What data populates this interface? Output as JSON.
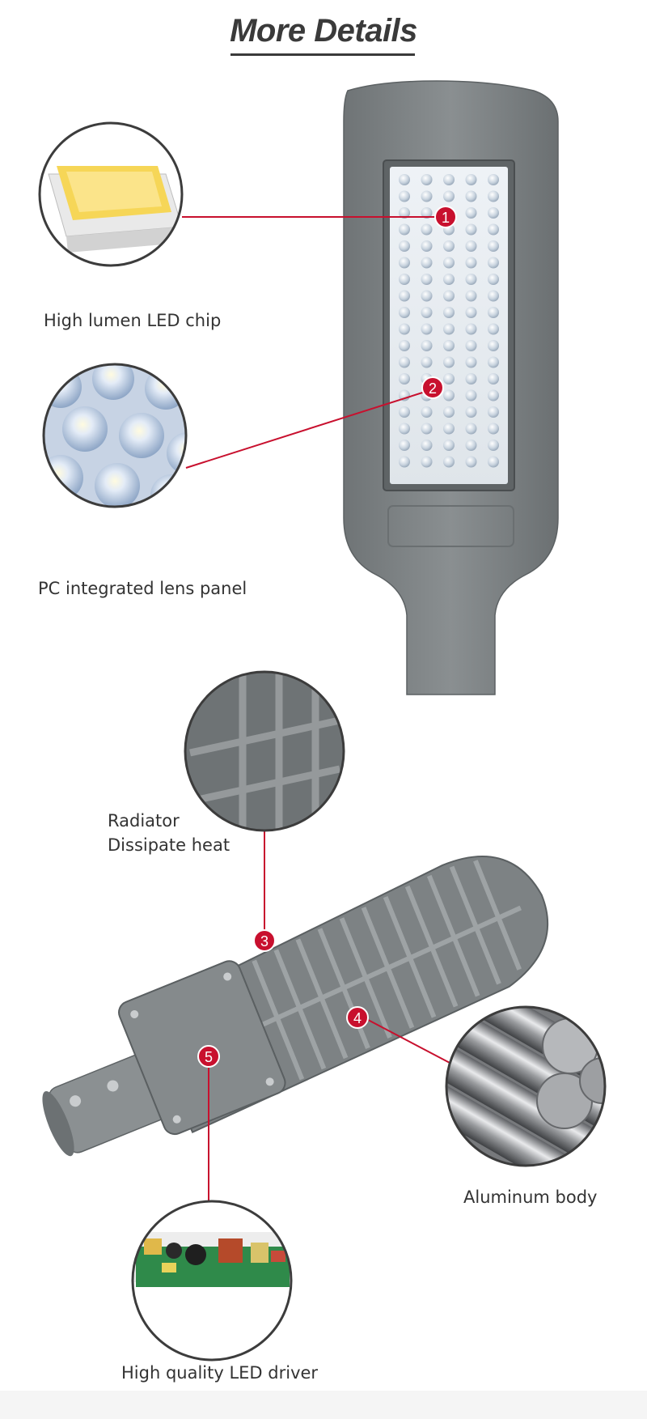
{
  "header": {
    "title": "More Details"
  },
  "features": [
    {
      "number": "1",
      "label": "High lumen LED chip"
    },
    {
      "number": "2",
      "label": "PC integrated lens panel"
    },
    {
      "number": "3",
      "label_line1": "Radiator",
      "label_line2": "Dissipate heat"
    },
    {
      "number": "4",
      "label": "Aluminum body"
    },
    {
      "number": "5",
      "label": "High quality LED driver"
    }
  ],
  "colors": {
    "callout_red": "#c8102e",
    "housing_grey": "#7f8486",
    "title_text": "#3a3a3a"
  }
}
